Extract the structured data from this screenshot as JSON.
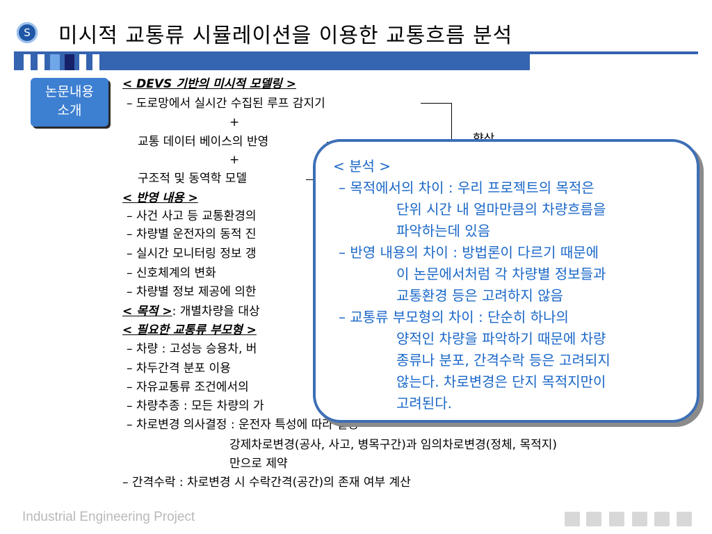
{
  "title": {
    "logo_letter": "S",
    "text": "미시적 교통류 시뮬레이션을 이용한 교통흐름 분석"
  },
  "tag": {
    "line1": "논문내용",
    "line2": "소개"
  },
  "content": {
    "h1": "< DEVS 기반의 미시적 모델링 >",
    "l1": "– 도로망에서 실시간 수집된 루프 감지기",
    "plus1": "+",
    "l2": "교통 데이터 베이스의 반영",
    "plus2": "+",
    "l3": "구조적 및 동역학 모델",
    "l3_tail": "향상",
    "h2": "< 반영 내용 >",
    "r1": "– 사건 사고 등 교통환경의",
    "r2": "– 차량별 운전자의 동적 진",
    "r3": "– 실시간 모니터링 정보 갱",
    "r4": "– 신호체계의 변화",
    "r5": "– 차량별 정보 제공에 의한",
    "h3": "< 목적 >",
    "h3_tail": ": 개별차량을 대상",
    "h4": "< 필요한 교통류 부모형 >",
    "m1": "– 차량 : 고성능 승용차, 버",
    "m2": "– 차두간격 분포 이용",
    "m3": "– 자유교통류 조건에서의",
    "m4": "– 차량추종 : 모든 차량의 가",
    "m5": "– 차로변경 의사결정 : 운전자 특성에 따라 결정",
    "m5b": "강제차로변경(공사, 사고, 병목구간)과 임의차로변경(정체, 목적지)",
    "m5c": "만으로 제약",
    "m6": "– 간격수락 : 차로변경 시 수락간격(공간)의 존재 여부 계산"
  },
  "popup": {
    "heading": "< 분석 >",
    "p1a": "– 목적에서의 차이 : 우리 프로젝트의 목적은",
    "p1b": "단위 시간 내 얼마만큼의 차량흐름을",
    "p1c": "파악하는데 있음",
    "p2a": "– 반영 내용의 차이 : 방법론이 다르기 때문에",
    "p2b": "이 논문에서처럼 각 차량별 정보들과",
    "p2c": "교통환경 등은 고려하지 않음",
    "p3a": "– 교통류 부모형의 차이 : 단순히 하나의",
    "p3b": "양적인 차량을 파악하기 때문에 차량",
    "p3c": "종류나 분포, 간격수락 등은 고려되지",
    "p3d": "않는다. 차로변경은 단지 목적지만이",
    "p3e": "고려된다."
  },
  "footer": {
    "text": "Industrial Engineering Project"
  },
  "colors": {
    "accent": "#3564b0",
    "popup_text": "#1a67c8",
    "tag_bg": "#3d7fd1"
  }
}
